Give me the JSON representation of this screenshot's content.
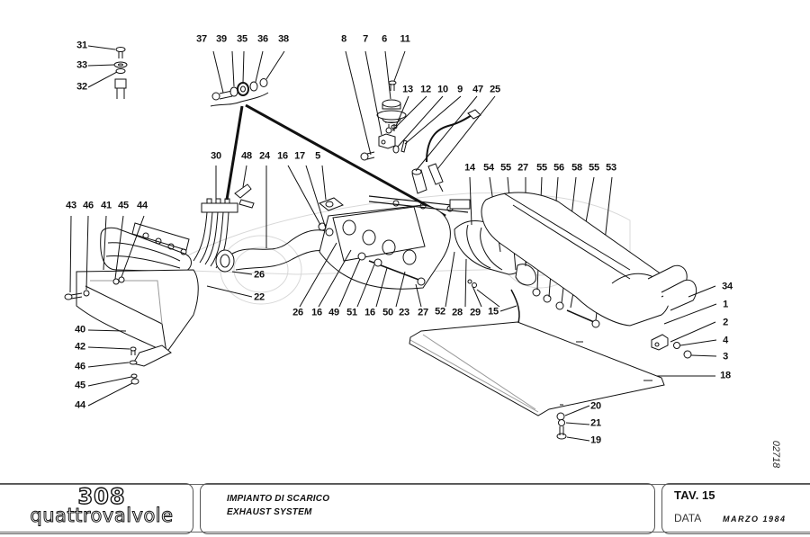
{
  "diagram": {
    "drawing_number": "02718",
    "callouts": [
      {
        "id": "c31",
        "label": "31"
      },
      {
        "id": "c33",
        "label": "33"
      },
      {
        "id": "c32",
        "label": "32"
      },
      {
        "id": "c37",
        "label": "37"
      },
      {
        "id": "c39",
        "label": "39"
      },
      {
        "id": "c35",
        "label": "35"
      },
      {
        "id": "c36",
        "label": "36"
      },
      {
        "id": "c38",
        "label": "38"
      },
      {
        "id": "c8",
        "label": "8"
      },
      {
        "id": "c7",
        "label": "7"
      },
      {
        "id": "c6",
        "label": "6"
      },
      {
        "id": "c11",
        "label": "11"
      },
      {
        "id": "c13",
        "label": "13"
      },
      {
        "id": "c12",
        "label": "12"
      },
      {
        "id": "c10",
        "label": "10"
      },
      {
        "id": "c9",
        "label": "9"
      },
      {
        "id": "c47",
        "label": "47"
      },
      {
        "id": "c25",
        "label": "25"
      },
      {
        "id": "c30",
        "label": "30"
      },
      {
        "id": "c48",
        "label": "48"
      },
      {
        "id": "c24",
        "label": "24"
      },
      {
        "id": "c16a",
        "label": "16"
      },
      {
        "id": "c17",
        "label": "17"
      },
      {
        "id": "c5",
        "label": "5"
      },
      {
        "id": "c14",
        "label": "14"
      },
      {
        "id": "c54",
        "label": "54"
      },
      {
        "id": "c55a",
        "label": "55"
      },
      {
        "id": "c27a",
        "label": "27"
      },
      {
        "id": "c55b",
        "label": "55"
      },
      {
        "id": "c56",
        "label": "56"
      },
      {
        "id": "c58",
        "label": "58"
      },
      {
        "id": "c55c",
        "label": "55"
      },
      {
        "id": "c53",
        "label": "53"
      },
      {
        "id": "c43",
        "label": "43"
      },
      {
        "id": "c46a",
        "label": "46"
      },
      {
        "id": "c41",
        "label": "41"
      },
      {
        "id": "c45a",
        "label": "45"
      },
      {
        "id": "c44a",
        "label": "44"
      },
      {
        "id": "c26a",
        "label": "26"
      },
      {
        "id": "c22",
        "label": "22"
      },
      {
        "id": "c26b",
        "label": "26"
      },
      {
        "id": "c16b",
        "label": "16"
      },
      {
        "id": "c49",
        "label": "49"
      },
      {
        "id": "c51",
        "label": "51"
      },
      {
        "id": "c16c",
        "label": "16"
      },
      {
        "id": "c50",
        "label": "50"
      },
      {
        "id": "c23",
        "label": "23"
      },
      {
        "id": "c27b",
        "label": "27"
      },
      {
        "id": "c52",
        "label": "52"
      },
      {
        "id": "c28",
        "label": "28"
      },
      {
        "id": "c29",
        "label": "29"
      },
      {
        "id": "c15",
        "label": "15"
      },
      {
        "id": "c34",
        "label": "34"
      },
      {
        "id": "c1",
        "label": "1"
      },
      {
        "id": "c2",
        "label": "2"
      },
      {
        "id": "c4",
        "label": "4"
      },
      {
        "id": "c3",
        "label": "3"
      },
      {
        "id": "c18",
        "label": "18"
      },
      {
        "id": "c40",
        "label": "40"
      },
      {
        "id": "c42",
        "label": "42"
      },
      {
        "id": "c46b",
        "label": "46"
      },
      {
        "id": "c45b",
        "label": "45"
      },
      {
        "id": "c44b",
        "label": "44"
      },
      {
        "id": "c20",
        "label": "20"
      },
      {
        "id": "c21",
        "label": "21"
      },
      {
        "id": "c19",
        "label": "19"
      }
    ]
  },
  "titleblock": {
    "model_number": "308",
    "model_name": "quattrovalvole",
    "title_it": "IMPIANTO DI SCARICO",
    "title_en": "EXHAUST SYSTEM",
    "tav_label": "TAV.",
    "tav_number": "15",
    "data_label": "DATA",
    "data_value": "MARZO 1984"
  }
}
